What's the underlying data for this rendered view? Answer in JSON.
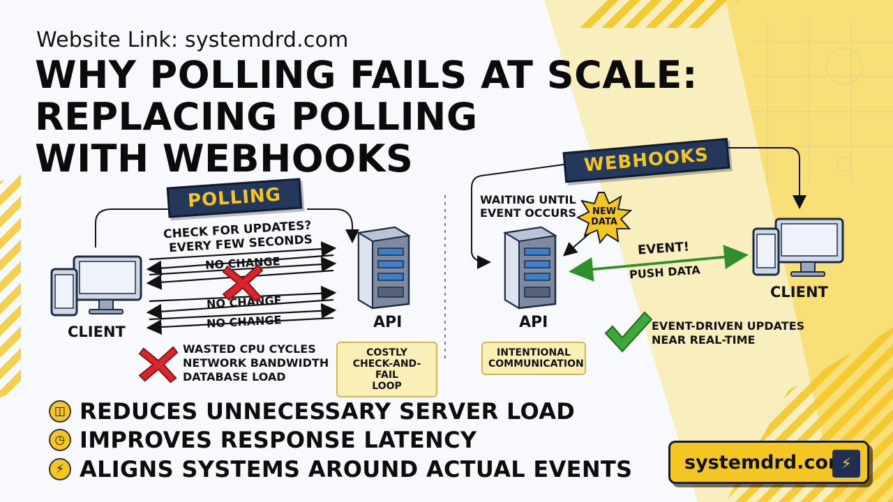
{
  "header": {
    "website_link": "Website Link: systemdrd.com",
    "title_lines": [
      "WHY POLLING FAILS AT SCALE:",
      "REPLACING POLLING",
      "WITH WEBHOOKS"
    ]
  },
  "polling": {
    "banner": "POLLING",
    "client_label": "CLIENT",
    "api_label": "API",
    "request_text_1": "CHECK FOR UPDATES?",
    "request_text_2": "EVERY FEW SECONDS",
    "responses": [
      "NO CHANGE",
      "NO CHANGE",
      "NO CHANGE"
    ],
    "costs": [
      "WASTED CPU CYCLES",
      "NETWORK BANDWIDTH",
      "DATABASE LOAD"
    ],
    "note_lines": [
      "COSTLY",
      "CHECK-AND-FAIL",
      "LOOP"
    ]
  },
  "webhooks": {
    "banner": "WEBHOOKS",
    "waiting_text_1": "WAITING UNTIL",
    "waiting_text_2": "EVENT OCCURS",
    "starburst_1": "NEW",
    "starburst_2": "DATA",
    "event_text": "EVENT!",
    "push_text": "PUSH DATA",
    "api_label": "API",
    "client_label": "CLIENT",
    "note_lines": [
      "INTENTIONAL",
      "COMMUNICATION"
    ],
    "benefit_1": "EVENT-DRIVEN UPDATES",
    "benefit_2": "NEAR REAL-TIME"
  },
  "bullets": [
    {
      "icon": "database-icon",
      "text": "REDUCES UNNECESSARY SERVER LOAD"
    },
    {
      "icon": "gauge-icon",
      "text": "IMPROVES RESPONSE LATENCY"
    },
    {
      "icon": "lightning-icon",
      "text": "ALIGNS SYSTEMS AROUND ACTUAL EVENTS"
    }
  ],
  "brand": {
    "text": "systemdrd.com"
  },
  "colors": {
    "accent_yellow": "#f3c623",
    "navy": "#24385c",
    "red_x": "#d9262c",
    "green_check": "#3fa63b"
  }
}
